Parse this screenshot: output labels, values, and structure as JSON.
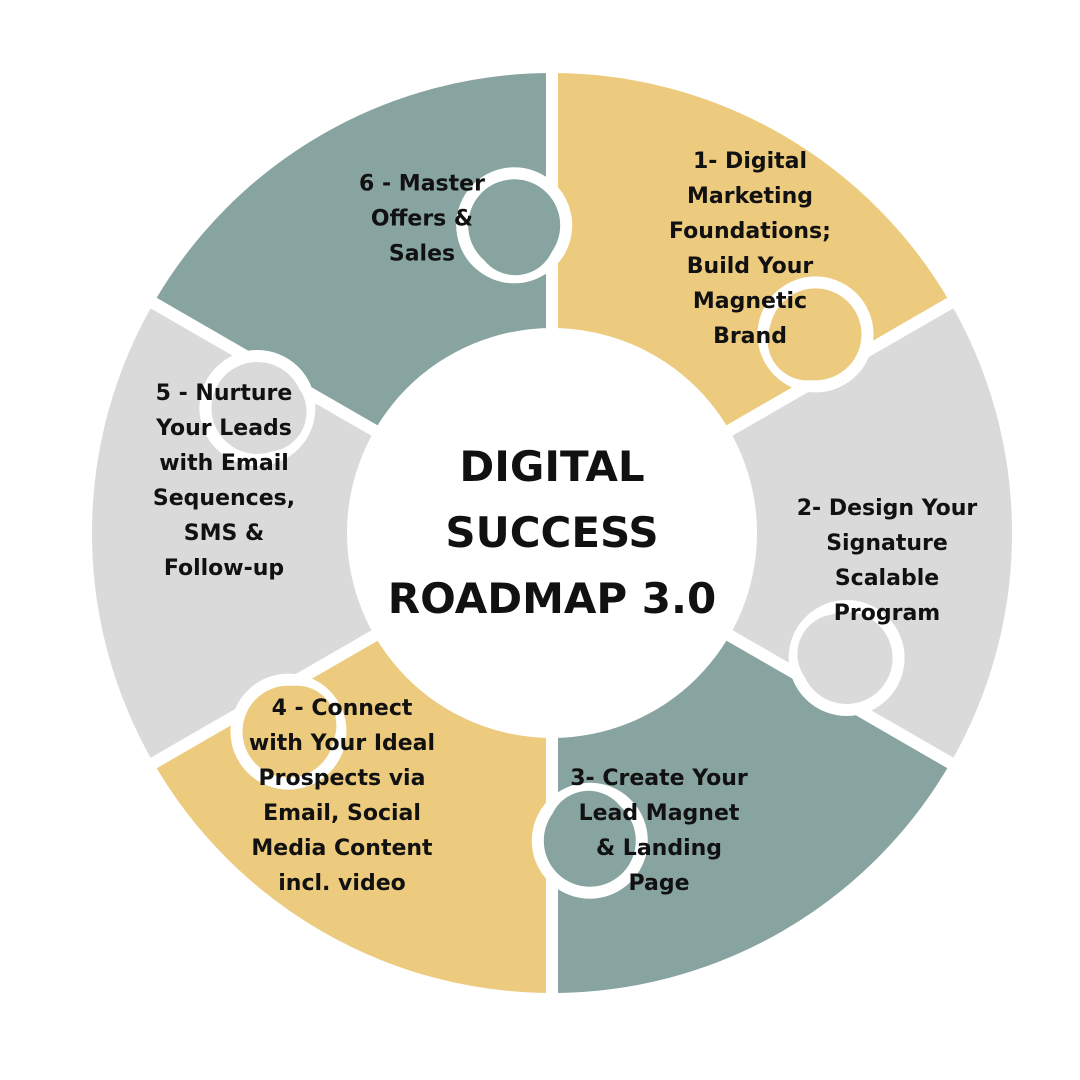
{
  "title_lines": [
    "DIGITAL",
    "SUCCESS",
    "ROADMAP 3.0"
  ],
  "colors": {
    "yellow": "#EDCB7E",
    "sage": "#87A4A1",
    "gray": "#DADADA",
    "text": "#111111",
    "background": "#FFFFFF"
  },
  "steps": [
    {
      "lines": [
        "1- Digital",
        "Marketing",
        "Foundations;",
        "Build Your",
        "Magnetic",
        "Brand"
      ],
      "color": "#EDCB7E"
    },
    {
      "lines": [
        "2- Design Your",
        "Signature",
        "Scalable",
        "Program"
      ],
      "color": "#DADADA"
    },
    {
      "lines": [
        "3- Create Your",
        "Lead Magnet",
        "& Landing",
        "Page"
      ],
      "color": "#87A4A1"
    },
    {
      "lines": [
        "4 - Connect",
        "with Your Ideal",
        "Prospects via",
        "Email, Social",
        "Media Content",
        "incl. video"
      ],
      "color": "#EDCB7E"
    },
    {
      "lines": [
        "5 - Nurture",
        "Your Leads",
        "with Email",
        "Sequences,",
        "SMS &",
        "Follow-up"
      ],
      "color": "#DADADA"
    },
    {
      "lines": [
        "6 - Master",
        "Offers &",
        "Sales"
      ],
      "color": "#87A4A1"
    }
  ]
}
